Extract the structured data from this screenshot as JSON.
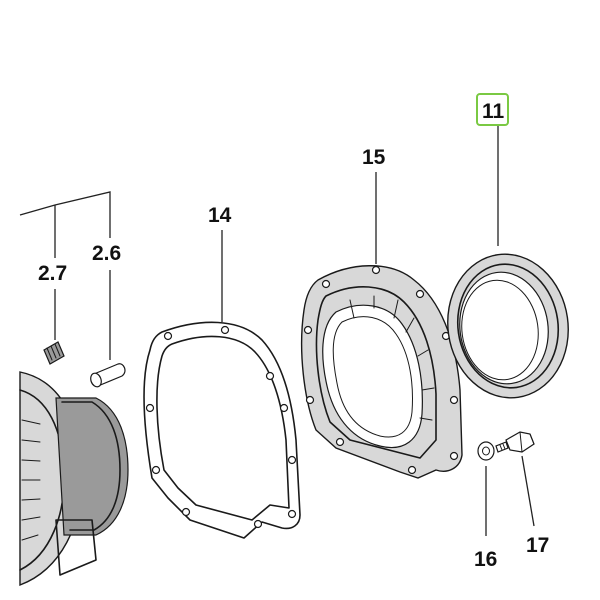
{
  "highlight_color": "#7ac943",
  "callouts": {
    "p11": "11",
    "p15": "15",
    "p14": "14",
    "p2_6": "2.6",
    "p2_7": "2.7",
    "p16": "16",
    "p17": "17"
  }
}
